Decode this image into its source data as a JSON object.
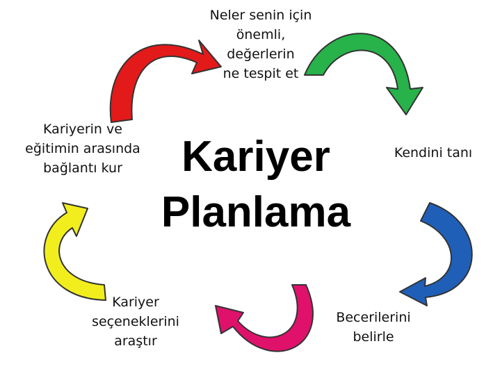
{
  "diagram": {
    "title_lines": [
      "Kariyer",
      "Planlama"
    ],
    "steps": [
      {
        "lines": [
          "Neler senin için",
          "önemli,",
          "değerlerin",
          "ne tespit et"
        ],
        "arrow_color": "#27b24a"
      },
      {
        "lines": [
          "Kendini tanı"
        ],
        "arrow_color": "#1f5fb8"
      },
      {
        "lines": [
          "Becerilerini",
          "belirle"
        ],
        "arrow_color": "#e0116b"
      },
      {
        "lines": [
          "Kariyer",
          "seçeneklerini",
          "araştır"
        ],
        "arrow_color": "#f2ee1e"
      },
      {
        "lines": [
          "Kariyerin ve",
          "eğitimin arasında",
          "bağlantı kur"
        ],
        "arrow_color": "#e31a1a"
      }
    ]
  }
}
